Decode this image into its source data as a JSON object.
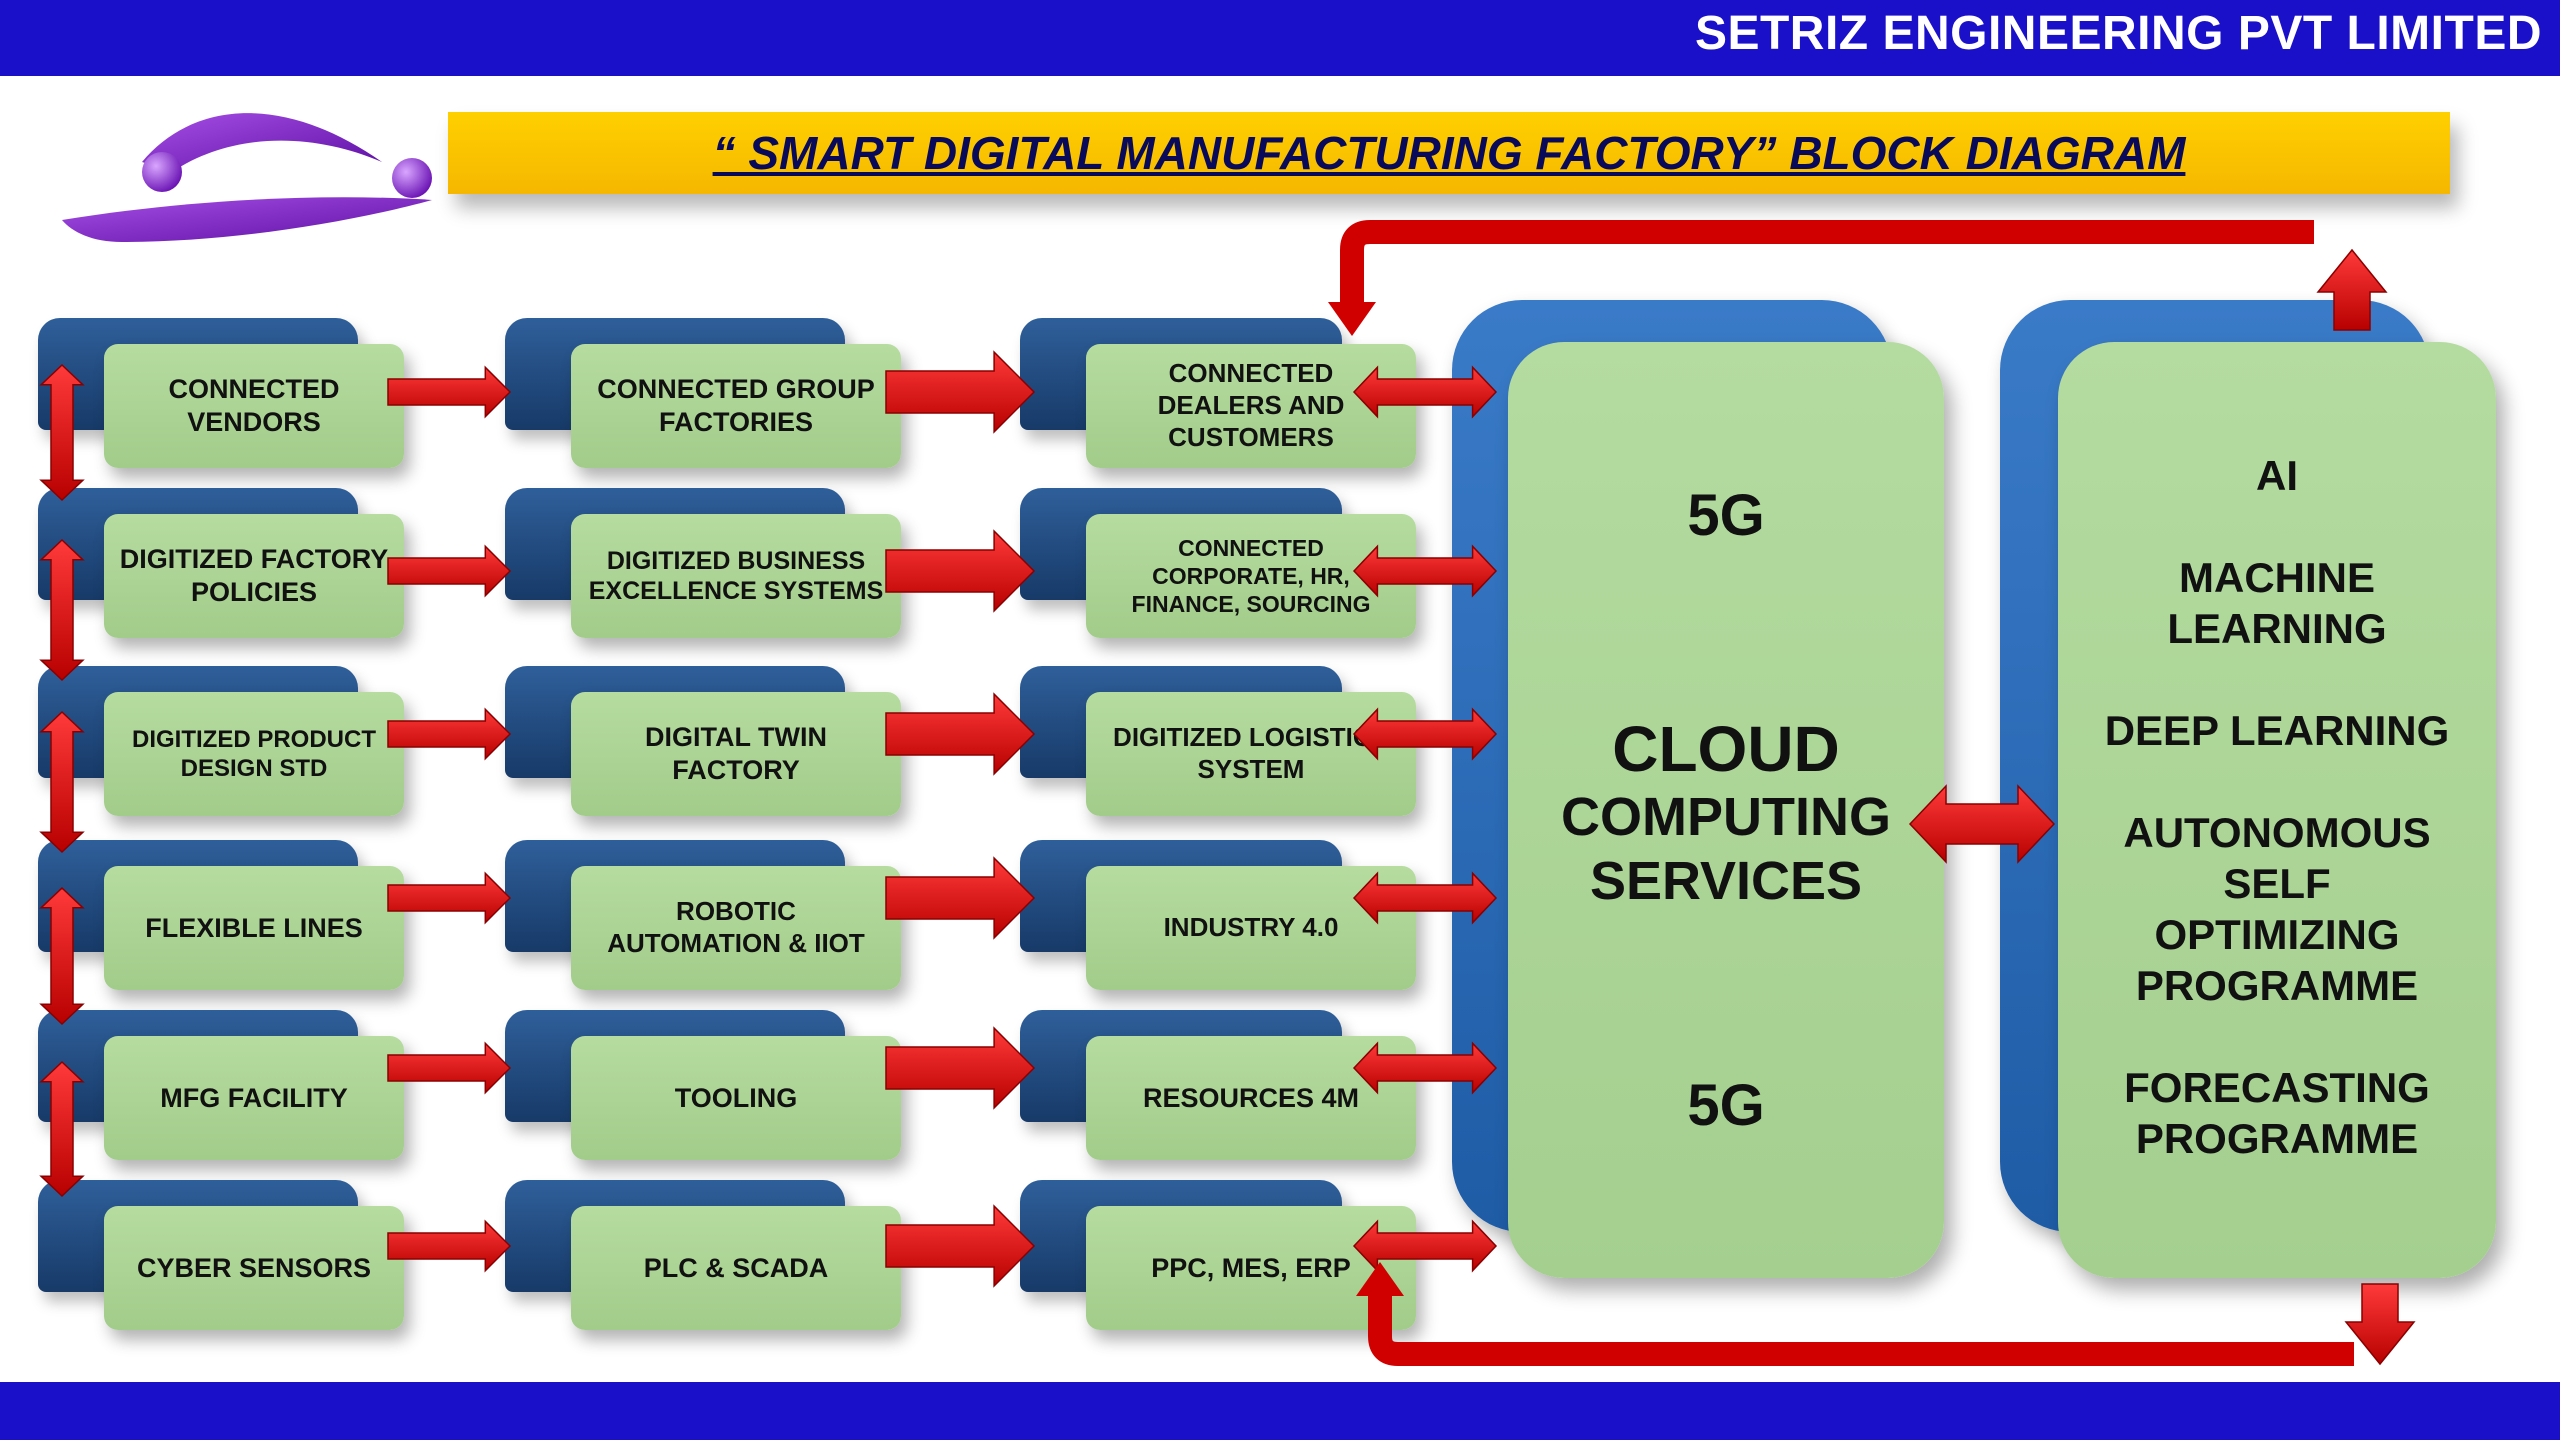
{
  "header": {
    "company": "SETRIZ ENGINEERING PVT LIMITED"
  },
  "title": "“ SMART DIGITAL MANUFACTURING FACTORY” BLOCK DIAGRAM",
  "colors": {
    "header_blue": "#1b10c9",
    "title_yellow": "#ffd000",
    "block_green": "#a8d191",
    "block_navy": "#1f4675",
    "arrow_red": "#e00000",
    "logo_purple": "#7a22c2"
  },
  "columns": [
    {
      "items": [
        [
          "CONNECTED",
          "VENDORS"
        ],
        [
          "DIGITIZED FACTORY",
          "POLICIES"
        ],
        [
          "DIGITIZED PRODUCT",
          "DESIGN STD"
        ],
        [
          "FLEXIBLE LINES"
        ],
        [
          "MFG FACILITY"
        ],
        [
          "CYBER SENSORS"
        ]
      ]
    },
    {
      "items": [
        [
          "CONNECTED GROUP",
          "FACTORIES"
        ],
        [
          "DIGITIZED BUSINESS",
          "EXCELLENCE SYSTEMS"
        ],
        [
          "DIGITAL TWIN",
          "FACTORY"
        ],
        [
          "ROBOTIC",
          "AUTOMATION & IIOT"
        ],
        [
          "TOOLING"
        ],
        [
          "PLC & SCADA"
        ]
      ]
    },
    {
      "items": [
        [
          "CONNECTED",
          "DEALERS AND",
          "CUSTOMERS"
        ],
        [
          "CONNECTED",
          "CORPORATE, HR,",
          "FINANCE, SOURCING"
        ],
        [
          "DIGITIZED LOGISTICS",
          "SYSTEM"
        ],
        [
          "INDUSTRY 4.0"
        ],
        [
          "RESOURCES 4M"
        ],
        [
          "PPC, MES, ERP"
        ]
      ]
    }
  ],
  "cloud": {
    "top": "5G",
    "lines": [
      "CLOUD",
      "COMPUTING",
      "SERVICES"
    ],
    "bottom": "5G"
  },
  "ai": {
    "lines": [
      "AI",
      "",
      "MACHINE",
      "LEARNING",
      "",
      "DEEP LEARNING",
      "",
      "AUTONOMOUS",
      "SELF",
      "OPTIMIZING",
      "PROGRAMME",
      "",
      "FORECASTING",
      "PROGRAMME"
    ]
  }
}
